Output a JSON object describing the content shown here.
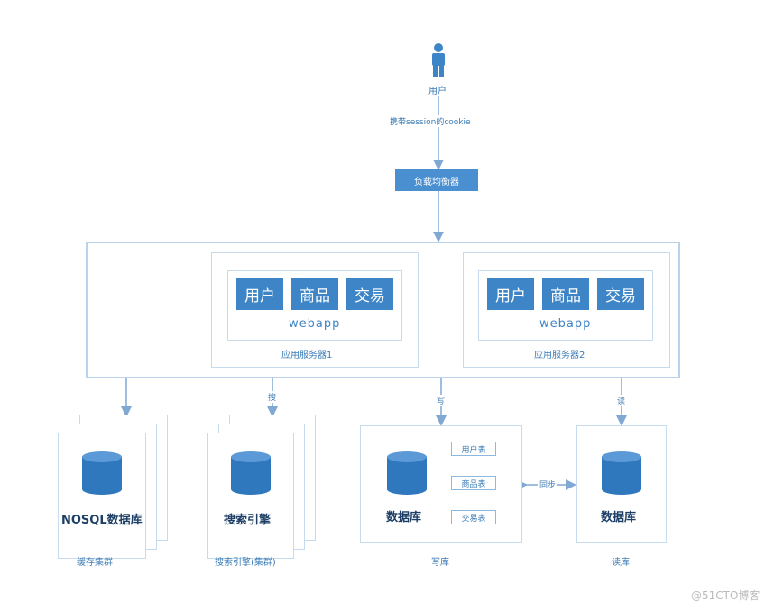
{
  "user": {
    "label": "用户",
    "icon": "user-icon"
  },
  "connection": {
    "label": "携带session的cookie"
  },
  "load_balancer": {
    "label": "负载均衡器"
  },
  "servers": [
    {
      "caption": "应用服务器1",
      "webapp": "webapp",
      "modules": [
        "用户",
        "商品",
        "交易"
      ]
    },
    {
      "caption": "应用服务器2",
      "webapp": "webapp",
      "modules": [
        "用户",
        "商品",
        "交易"
      ]
    }
  ],
  "edges": {
    "search": "搜",
    "write": "写",
    "read": "读",
    "sync": "同步"
  },
  "stores": {
    "cache": {
      "name": "NOSQL数据库",
      "caption": "缓存集群",
      "icon": "database-icon"
    },
    "search": {
      "name": "搜索引擎",
      "caption": "搜索引擎(集群)",
      "icon": "database-icon"
    },
    "master": {
      "name": "数据库",
      "caption": "写库",
      "tables": [
        "用户表",
        "商品表",
        "交易表"
      ],
      "icon": "database-icon"
    },
    "slave": {
      "name": "数据库",
      "caption": "读库",
      "icon": "database-icon"
    }
  },
  "watermark": "@51CTO博客",
  "colors": {
    "primary": "#3d85c6",
    "line": "#b9d3ea",
    "text": "#2a6fa8"
  }
}
